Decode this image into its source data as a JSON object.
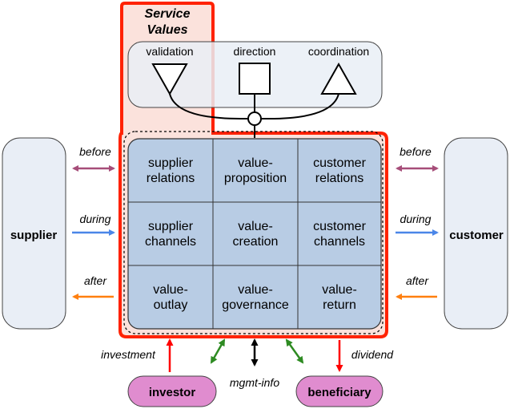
{
  "title": [
    "Service",
    "Values"
  ],
  "values": [
    {
      "label": "validation",
      "symbol": "triangle-down"
    },
    {
      "label": "direction",
      "symbol": "square"
    },
    {
      "label": "coordination",
      "symbol": "triangle-up"
    }
  ],
  "grid": [
    [
      [
        "supplier",
        "relations"
      ],
      [
        "value-",
        "proposition"
      ],
      [
        "customer",
        "relations"
      ]
    ],
    [
      [
        "supplier",
        "channels"
      ],
      [
        "value-",
        "creation"
      ],
      [
        "customer",
        "channels"
      ]
    ],
    [
      [
        "value-",
        "outlay"
      ],
      [
        "value-",
        "governance"
      ],
      [
        "value-",
        "return"
      ]
    ]
  ],
  "supplier": "supplier",
  "customer": "customer",
  "phases": [
    "before",
    "during",
    "after"
  ],
  "investment": "investment",
  "dividend": "dividend",
  "mgmt_info": "mgmt-info",
  "investor": "investor",
  "beneficiary": "beneficiary",
  "colors": {
    "red_outline": "#ff2200",
    "red_fill": "#f9d0c8",
    "grid_fill": "#b8cce4",
    "panel_fill": "#e9eef6",
    "before": "#a64d79",
    "during": "#4a86e8",
    "after": "#ff7f0e",
    "investment": "#ff0000",
    "green": "#2e8b22",
    "pink": "#e08ccf"
  }
}
